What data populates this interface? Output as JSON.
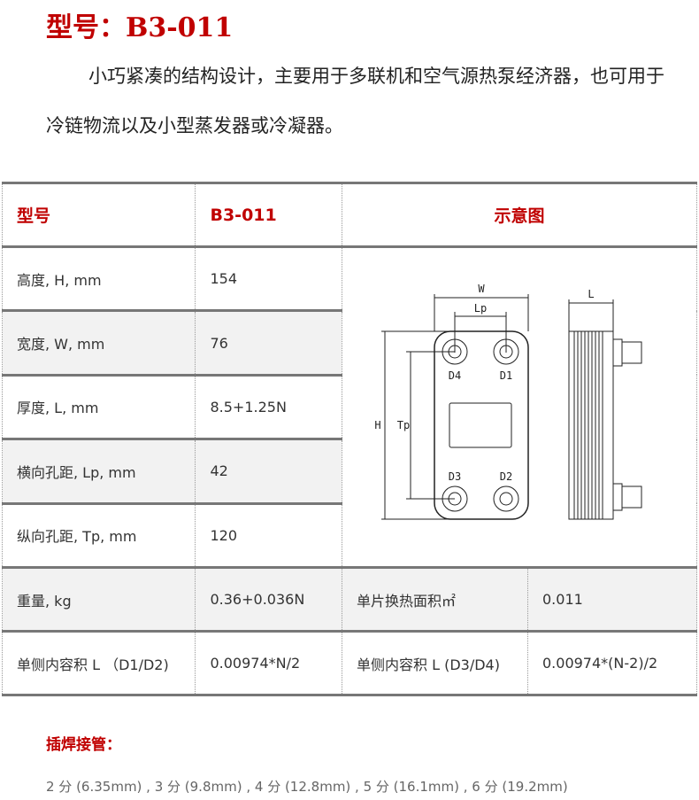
{
  "title": "型号：B3-011",
  "intro": "小巧紧凑的结构设计，主要用于多联机和空气源热泵经济器，也可用于冷链物流以及小型蒸发器或冷凝器。",
  "table": {
    "header": {
      "label": "型号",
      "value": "B3-011",
      "diagram": "示意图"
    },
    "rows": [
      {
        "label": "高度, H, mm",
        "value": "154"
      },
      {
        "label": "宽度, W, mm",
        "value": "76"
      },
      {
        "label": "厚度, L, mm",
        "value": "8.5+1.25N"
      },
      {
        "label": "横向孔距, Lp, mm",
        "value": "42"
      },
      {
        "label": "纵向孔距, Tp, mm",
        "value": "120"
      }
    ],
    "weight": {
      "label": "重量, kg",
      "value": "0.36+0.036N",
      "label2": "单片换热面积㎡",
      "value2": "0.011"
    },
    "volume": {
      "label": "单侧内容积 L （D1/D2)",
      "value": "0.00974*N/2",
      "label2": "单侧内容积 L (D3/D4)",
      "value2": "0.00974*(N-2)/2"
    }
  },
  "diagram_labels": {
    "w": "W",
    "lp": "Lp",
    "h": "H",
    "tp": "Tp",
    "l": "L",
    "d1": "D1",
    "d2": "D2",
    "d3": "D3",
    "d4": "D4"
  },
  "connections": {
    "title": "插焊接管：",
    "sizes": "2 分 (6.35mm) , 3 分 (9.8mm) , 4 分 (12.8mm) , 5 分 (16.1mm) , 6 分 (19.2mm)"
  }
}
